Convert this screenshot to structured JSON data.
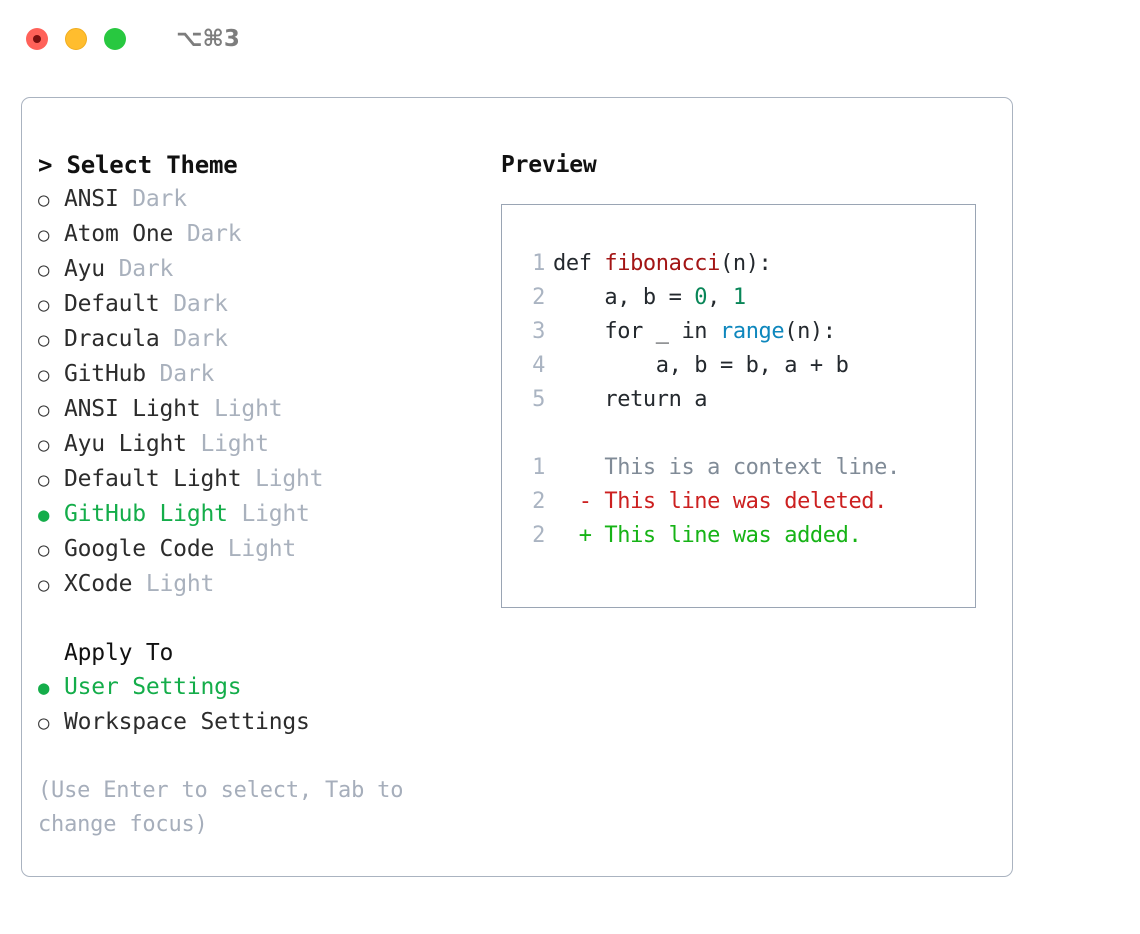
{
  "titlebar": {
    "shortcut": "⌥⌘3",
    "buttons": [
      {
        "name": "close",
        "color": "#ff6159"
      },
      {
        "name": "minimize",
        "color": "#ffbd2e"
      },
      {
        "name": "zoom",
        "color": "#28c840"
      }
    ]
  },
  "theme_picker": {
    "header": "> Select Theme",
    "items": [
      {
        "name": "ANSI",
        "variant": "Dark",
        "selected": false
      },
      {
        "name": "Atom One",
        "variant": "Dark",
        "selected": false
      },
      {
        "name": "Ayu",
        "variant": "Dark",
        "selected": false
      },
      {
        "name": "Default",
        "variant": "Dark",
        "selected": false
      },
      {
        "name": "Dracula",
        "variant": "Dark",
        "selected": false
      },
      {
        "name": "GitHub",
        "variant": "Dark",
        "selected": false
      },
      {
        "name": "ANSI Light",
        "variant": "Light",
        "selected": false
      },
      {
        "name": "Ayu Light",
        "variant": "Light",
        "selected": false
      },
      {
        "name": "Default Light",
        "variant": "Light",
        "selected": false
      },
      {
        "name": "GitHub Light",
        "variant": "Light",
        "selected": true
      },
      {
        "name": "Google Code",
        "variant": "Light",
        "selected": false
      },
      {
        "name": "XCode",
        "variant": "Light",
        "selected": false
      }
    ]
  },
  "apply_to": {
    "header": "Apply To",
    "items": [
      {
        "name": "User Settings",
        "selected": true
      },
      {
        "name": "Workspace Settings",
        "selected": false
      }
    ]
  },
  "hint": "(Use Enter to select, Tab to change focus)",
  "preview": {
    "title": "Preview",
    "code_lines": [
      {
        "num": "1",
        "tokens": [
          {
            "text": "def ",
            "cls": "tok-kw"
          },
          {
            "text": "fibonacci",
            "cls": "tok-fn"
          },
          {
            "text": "(n):",
            "cls": "tok-plain"
          }
        ]
      },
      {
        "num": "2",
        "tokens": [
          {
            "text": "    a, b = ",
            "cls": "tok-plain"
          },
          {
            "text": "0",
            "cls": "tok-num"
          },
          {
            "text": ", ",
            "cls": "tok-plain"
          },
          {
            "text": "1",
            "cls": "tok-num"
          }
        ]
      },
      {
        "num": "3",
        "tokens": [
          {
            "text": "    for _ in ",
            "cls": "tok-kw"
          },
          {
            "text": "range",
            "cls": "tok-call"
          },
          {
            "text": "(n):",
            "cls": "tok-plain"
          }
        ]
      },
      {
        "num": "4",
        "tokens": [
          {
            "text": "        a, b = b, a + b",
            "cls": "tok-plain"
          }
        ]
      },
      {
        "num": "5",
        "tokens": [
          {
            "text": "    return a",
            "cls": "tok-kw"
          }
        ]
      }
    ],
    "diff_lines": [
      {
        "num": "1",
        "marker": "  ",
        "text": "This is a context line.",
        "cls": "tok-ctx"
      },
      {
        "num": "2",
        "marker": "- ",
        "text": "This line was deleted.",
        "cls": "tok-del"
      },
      {
        "num": "2",
        "marker": "+ ",
        "text": "This line was added.",
        "cls": "tok-add"
      }
    ]
  },
  "colors": {
    "accent_green": "#14ad4a",
    "border": "#aab3c0",
    "muted": "#a9b1bd",
    "diff_add": "#16b316",
    "diff_del": "#cc2020"
  }
}
